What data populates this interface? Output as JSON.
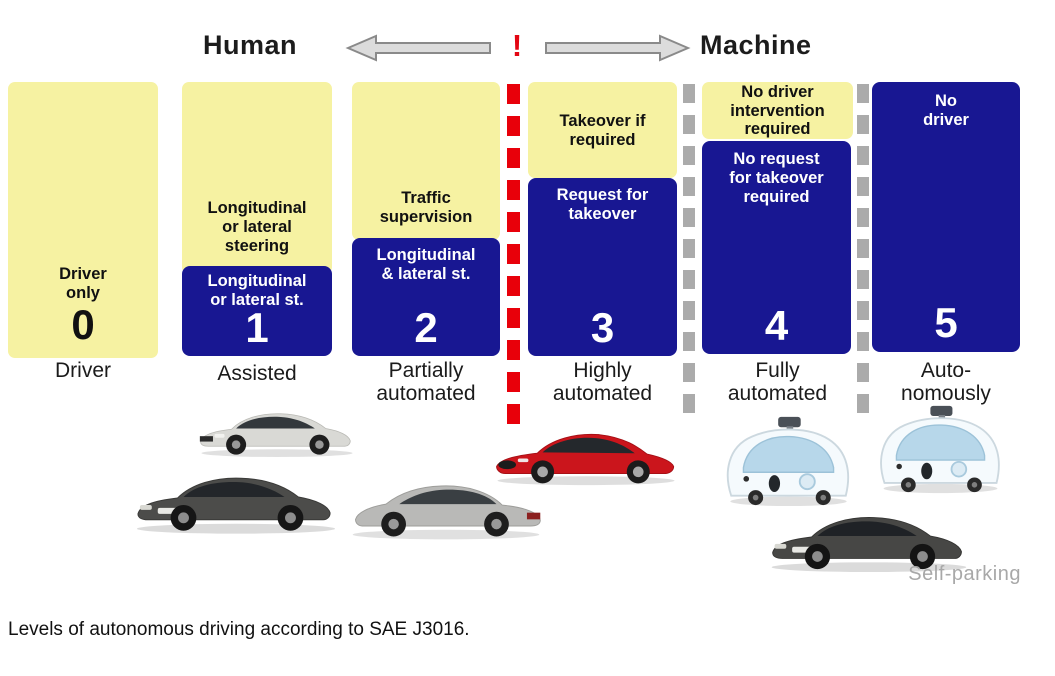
{
  "header": {
    "left_label": "Human",
    "right_label": "Machine",
    "alert_mark": "!"
  },
  "columns": [
    {
      "level": "0",
      "upper_text": "Driver\nonly",
      "lower_text": "",
      "label": "Driver"
    },
    {
      "level": "1",
      "upper_text": "Longitudinal\nor lateral\nsteering",
      "lower_text": "Longitudinal\nor lateral st.",
      "label": "Assisted"
    },
    {
      "level": "2",
      "upper_text": "Traffic\nsupervision",
      "lower_text": "Longitudinal\n& lateral st.",
      "label": "Partially\nautomated"
    },
    {
      "level": "3",
      "upper_text": "Takeover if\nrequired",
      "lower_text": "Request for\ntakeover",
      "label": "Highly\nautomated"
    },
    {
      "level": "4",
      "upper_text": "No driver\nintervention\nrequired",
      "lower_text": "No request\nfor takeover\nrequired",
      "label": "Fully\nautomated"
    },
    {
      "level": "5",
      "upper_text": "No\ndriver",
      "lower_text": "",
      "label": "Auto-\nnomously"
    }
  ],
  "cars": {
    "items": [
      "audi-a6-silver-sedan",
      "bmw-7-series-dark-sedan",
      "mercedes-s-class-silver-sedan",
      "tesla-model-s-red",
      "google-self-driving-car-level4",
      "google-self-driving-car-level5",
      "bmw-7-series-self-parking"
    ],
    "self_parking_label": "Self-parking"
  },
  "caption": "Levels of autonomous driving according to SAE J3016.",
  "colors": {
    "block_yellow": "#f6f2a2",
    "block_blue": "#181792",
    "dash_red": "#e8000a",
    "dash_gray": "#ababab",
    "arrow_fill": "#dcdcdc",
    "arrow_stroke": "#8a8a8a",
    "alert_red": "#e30613"
  }
}
